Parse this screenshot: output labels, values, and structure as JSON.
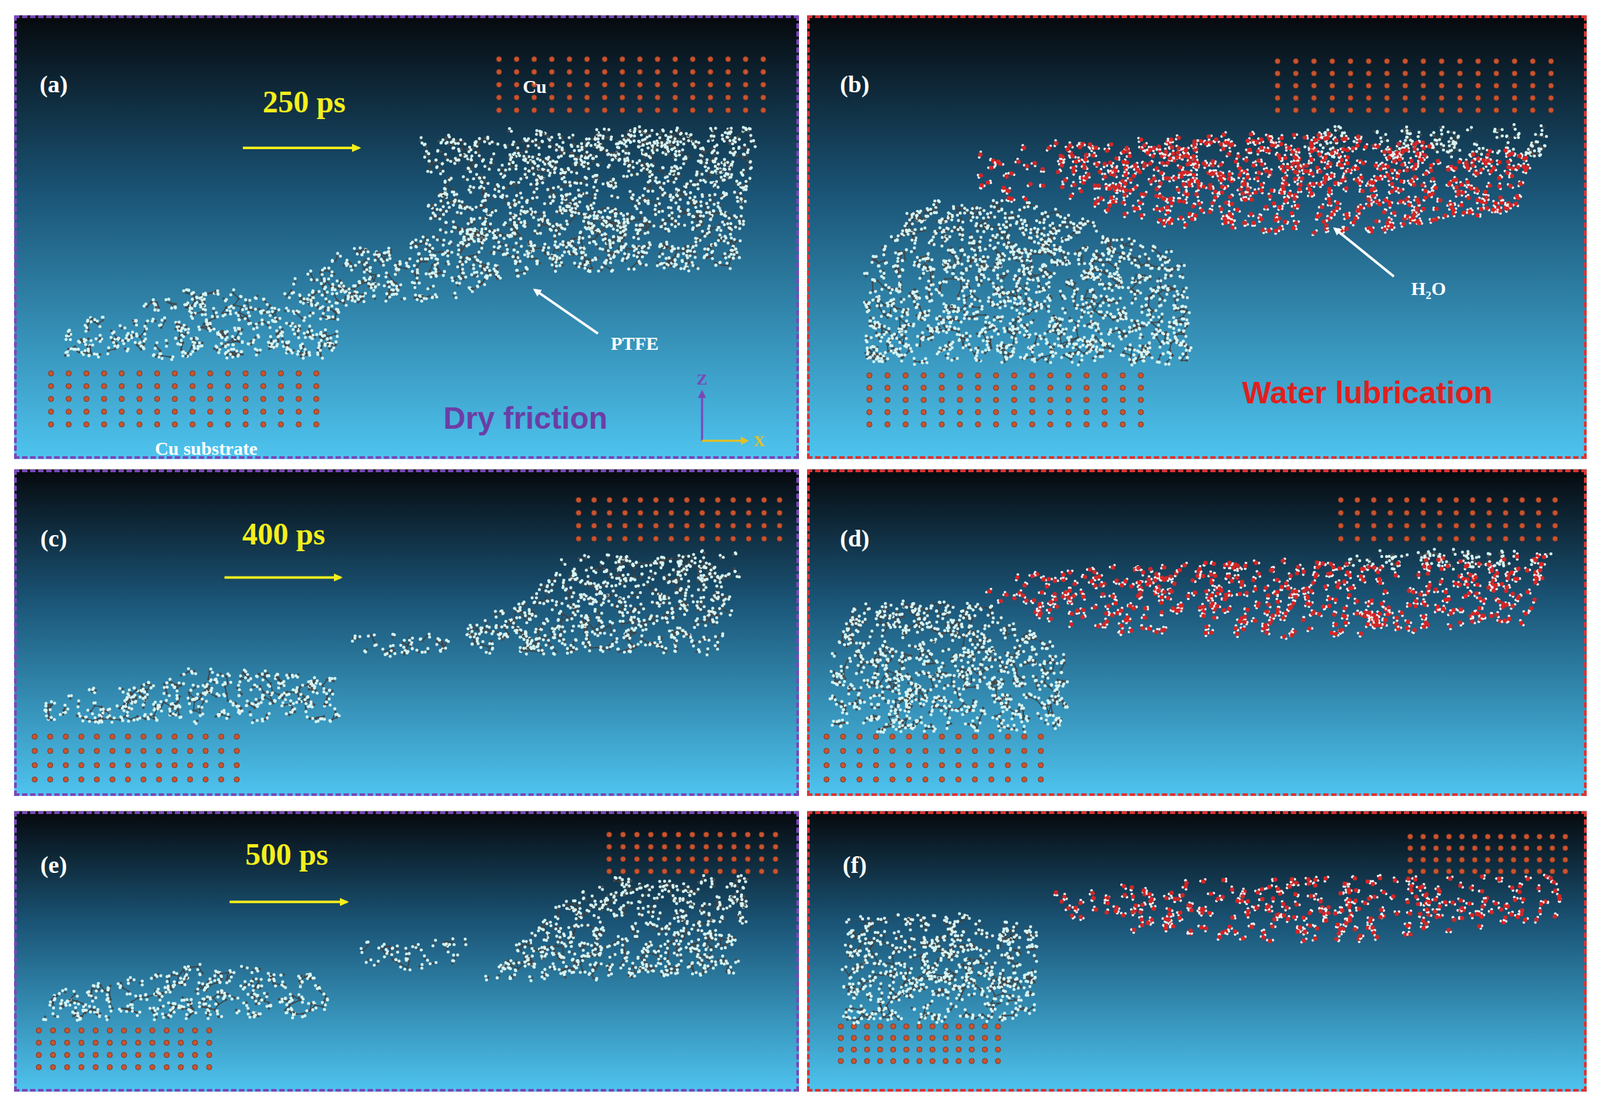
{
  "diagram": {
    "nodes": [
      {
        "text": [
          "(a)"
        ]
      },
      {
        "text": [
          "(b)"
        ]
      },
      {
        "text": [
          "(c)"
        ]
      },
      {
        "text": [
          "(d)"
        ]
      },
      {
        "text": [
          "(e)"
        ]
      },
      {
        "text": [
          "(f)"
        ]
      }
    ],
    "labels": [
      "250 ps",
      "Cu",
      "PTFE",
      "Dry friction",
      "Cu substrate",
      "Z",
      "X",
      "H₂O",
      "Water lubrication",
      "400 ps",
      "500 ps"
    ]
  }
}
